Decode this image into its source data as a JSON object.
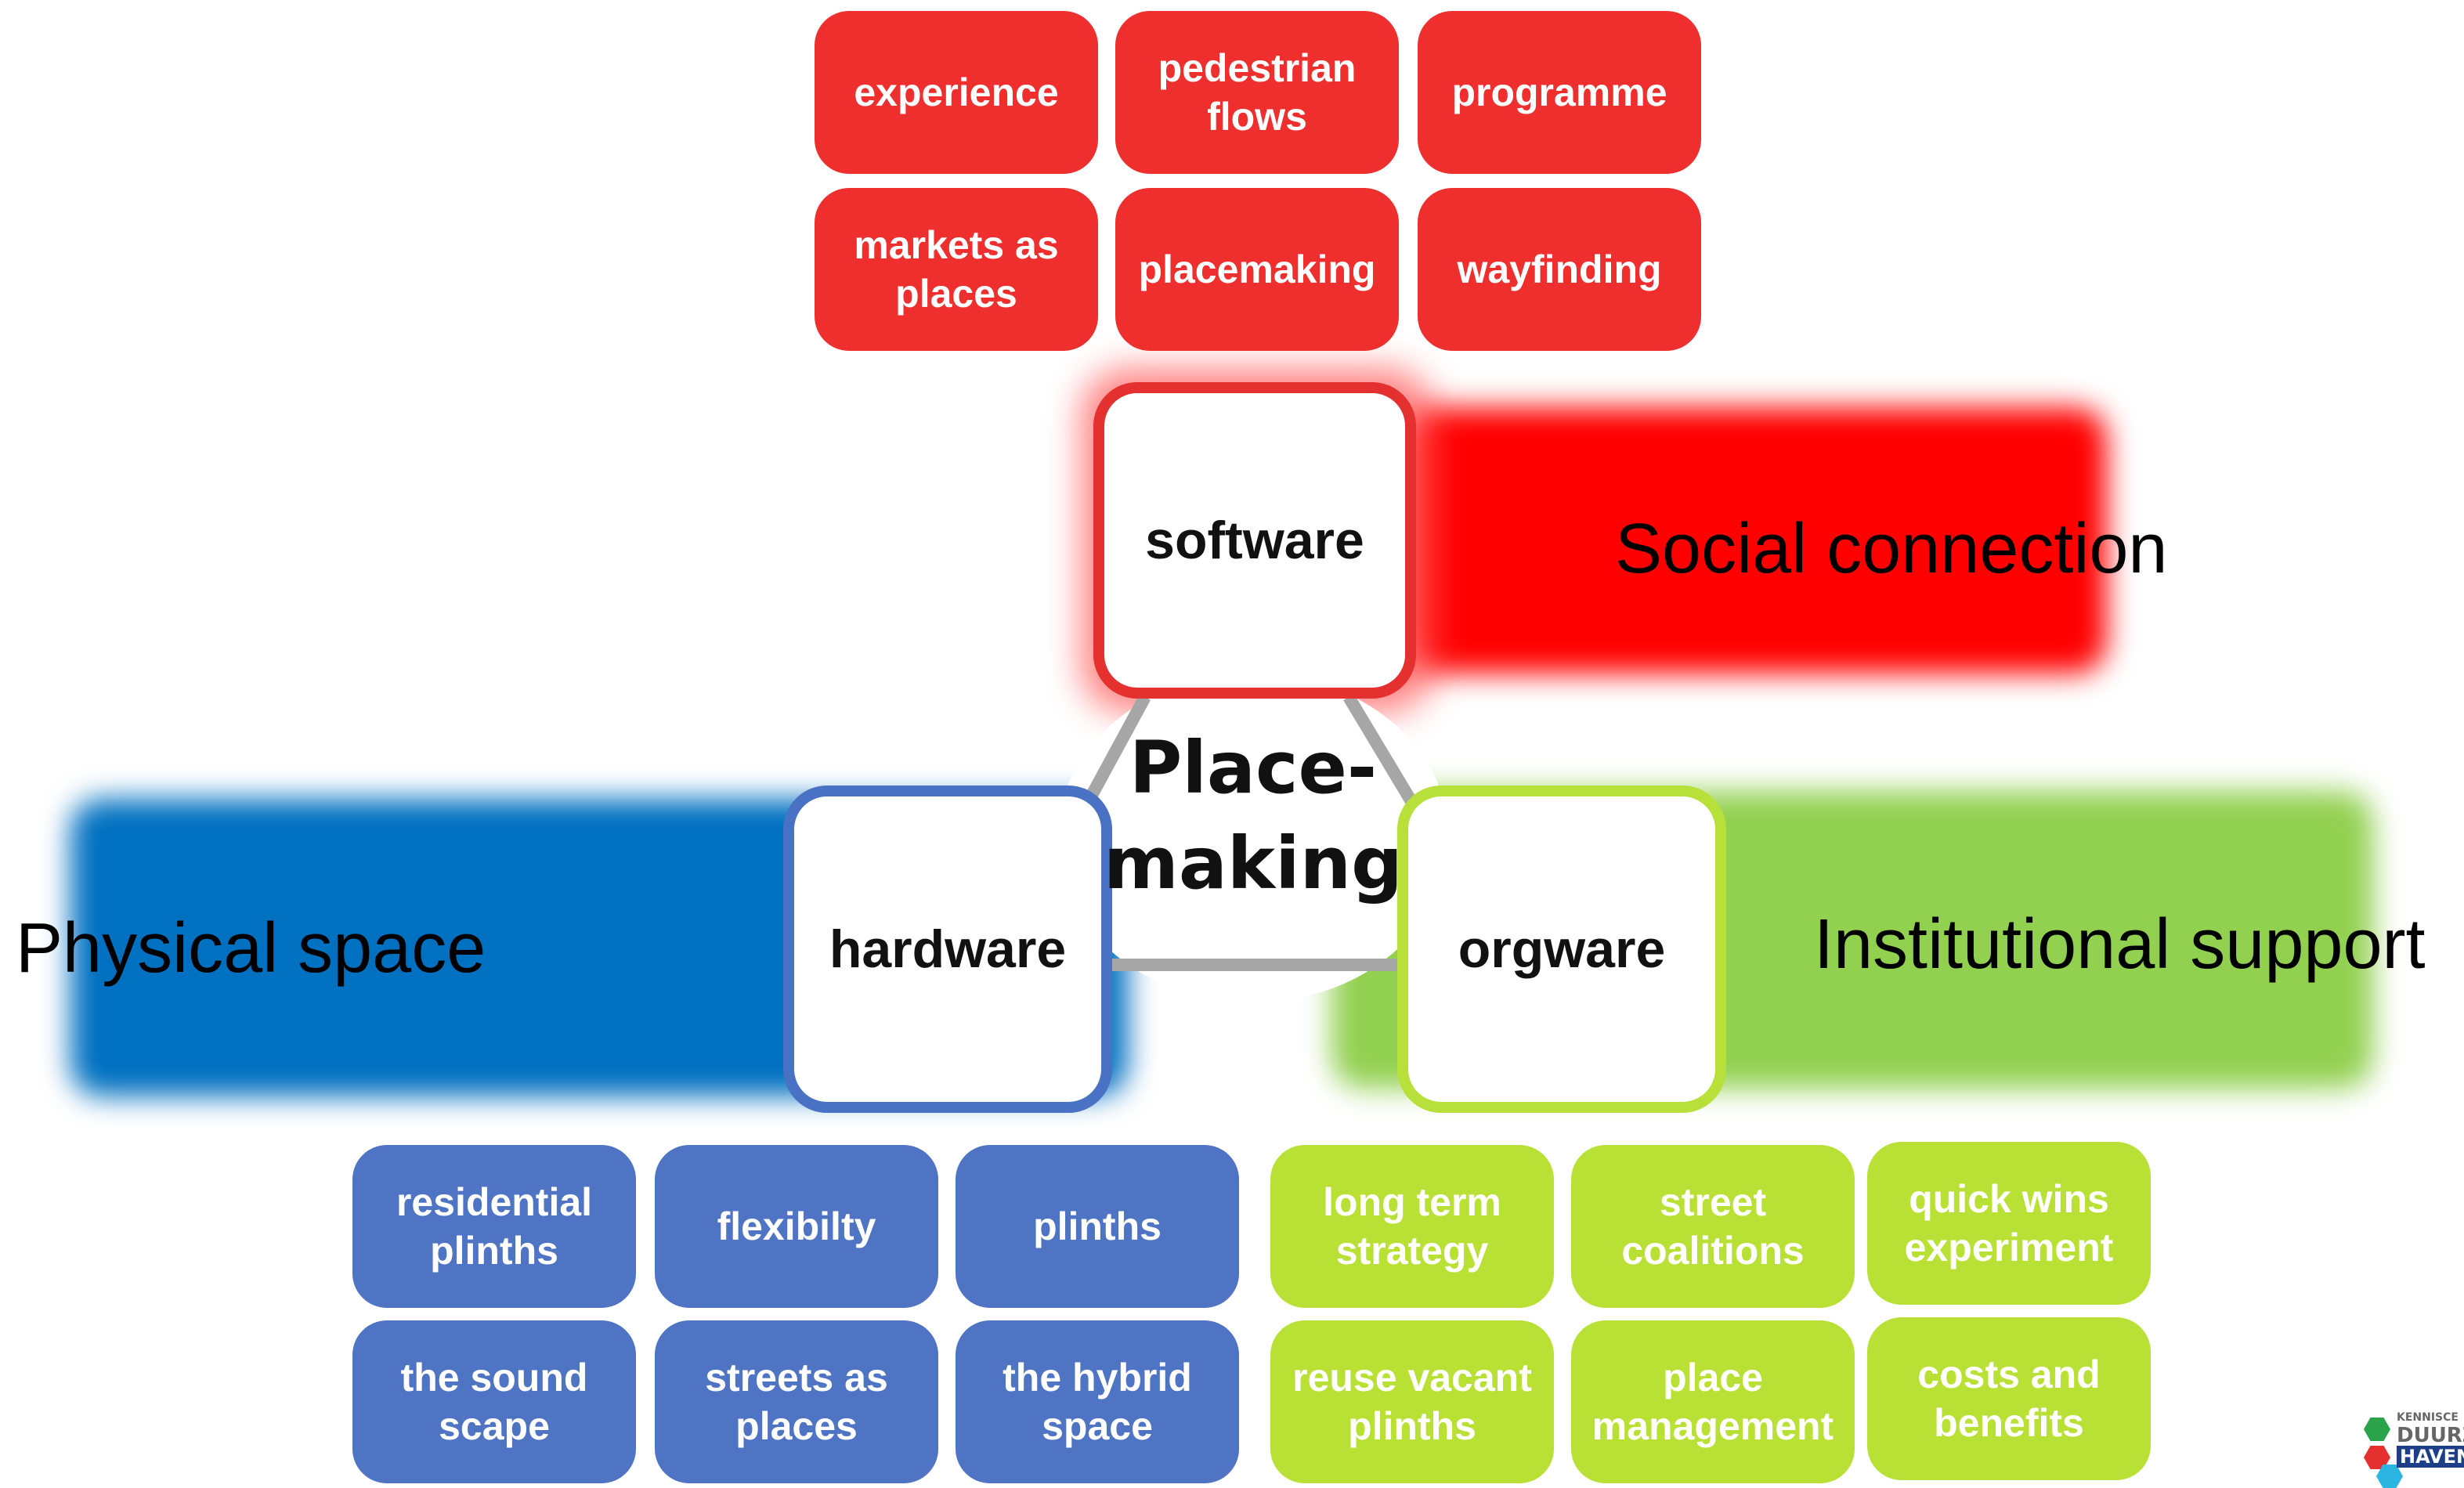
{
  "colors": {
    "software": "#e53030",
    "hardware": "#4a72c4",
    "orgware": "#b8e03a",
    "social_band": "#ff0000",
    "physical_band": "#0070c0",
    "institutional_band": "#92d050",
    "connector": "#a6a6a6"
  },
  "center": {
    "line1": "Place-",
    "line2": "making"
  },
  "cores": {
    "software": "software",
    "hardware": "hardware",
    "orgware": "orgware"
  },
  "dimensions": {
    "social": "Social connection",
    "physical": "Physical space",
    "institutional": "Institutional support"
  },
  "software_tiles": [
    "experience",
    "pedestrian flows",
    "programme",
    "markets as places",
    "placemaking",
    "wayfinding"
  ],
  "hardware_tiles": [
    "residential plinths",
    "flexibilty",
    "plinths",
    "the sound scape",
    "streets as places",
    "the hybrid space"
  ],
  "orgware_tiles": [
    "long term strategy",
    "street coalitions",
    "quick wins experiment",
    "reuse vacant plinths",
    "place management",
    "costs and benefits"
  ],
  "logo": {
    "line1": "KENNISCE",
    "line2": "DUURZ",
    "line3": "HAVEN"
  }
}
